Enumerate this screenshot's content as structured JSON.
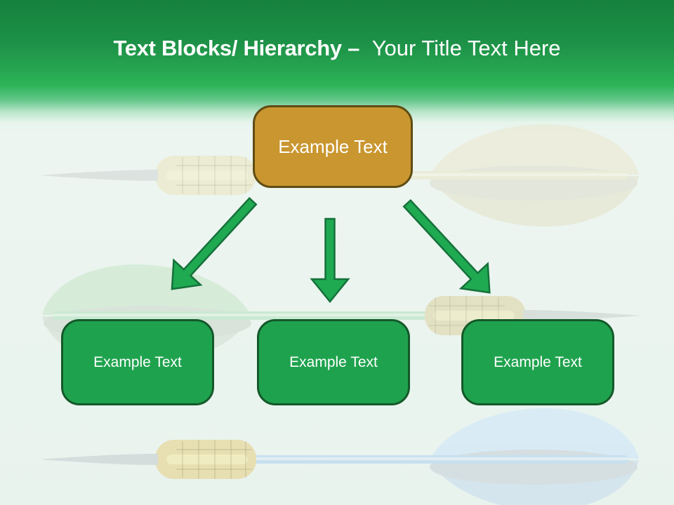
{
  "slide": {
    "title": {
      "bold": "Text Blocks/ Hierarchy –",
      "light": "Your Title Text Here"
    }
  },
  "diagram": {
    "root": {
      "label": "Example Text"
    },
    "children": [
      {
        "label": "Example Text"
      },
      {
        "label": "Example Text"
      },
      {
        "label": "Example Text"
      }
    ]
  },
  "colors": {
    "header_gradient_top": "#15813D",
    "header_gradient_bright": "#2CB458",
    "slide_background": "#EDF5F0",
    "title_text": "#FFFFFF",
    "root_block_fill": "#C9962F",
    "root_block_border": "#5F4C13",
    "child_block_fill": "#1FA24E",
    "child_block_border": "#14592A",
    "arrow_fill": "#1FAA52",
    "arrow_outline": "#15713A"
  },
  "background_watermarks": [
    {
      "name": "dart-yellow-top",
      "direction": "pointing-left"
    },
    {
      "name": "dart-green-middle",
      "direction": "pointing-right"
    },
    {
      "name": "dart-blue-bottom",
      "direction": "pointing-left"
    }
  ]
}
